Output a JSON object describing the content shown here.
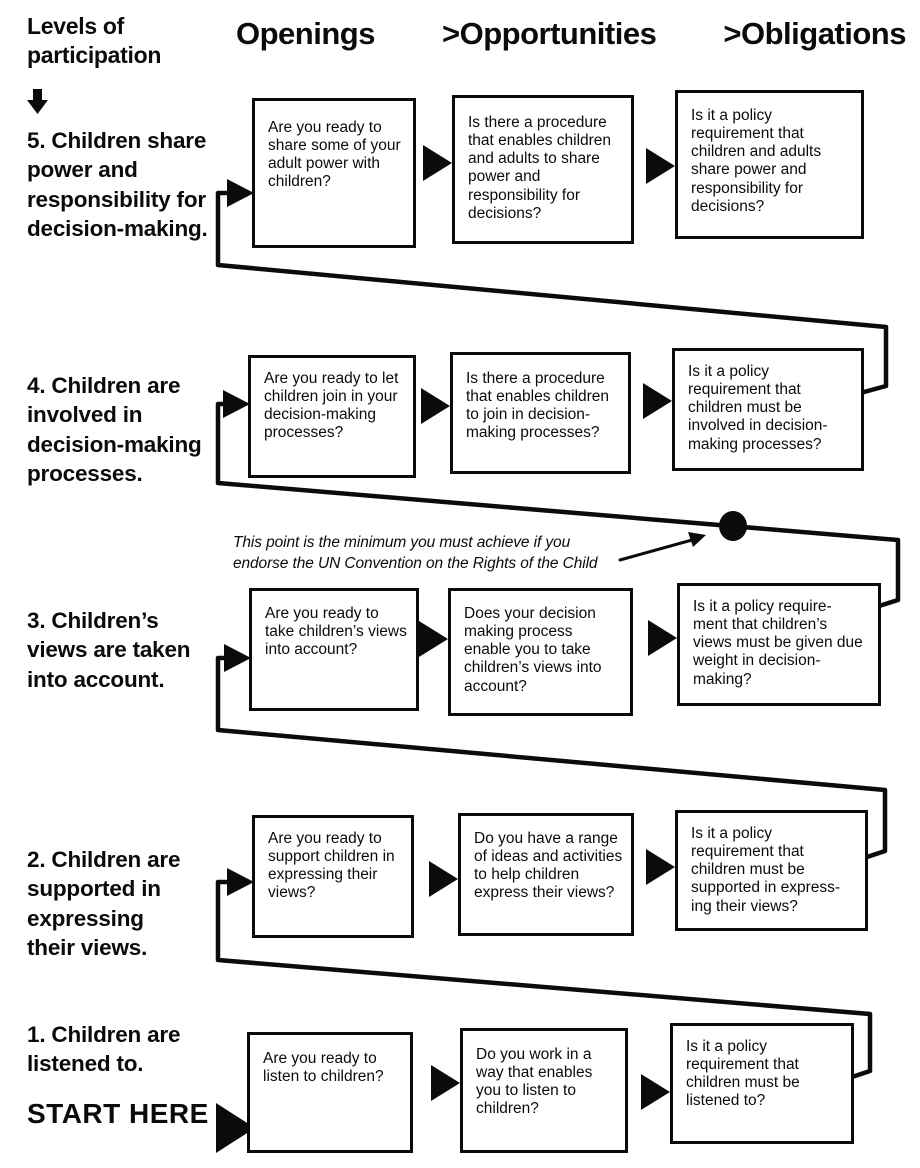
{
  "header": {
    "levels_label": "Levels of participation",
    "title": {
      "openings": "Openings",
      "opportunities": ">Opportunities",
      "obligations": ">Obligations"
    }
  },
  "icons": {
    "down_arrow_icon": "↓",
    "flow_arrow_icon": "▶",
    "minimum_point_dot": "●"
  },
  "annotation": {
    "text": "This point is the minimum you must achieve if you endorse the UN Convention on the Rights of the Child"
  },
  "start_here_label": "START HERE",
  "colors": {
    "ink": "#0b0b0b",
    "background": "#ffffff"
  },
  "levels": [
    {
      "number": 5,
      "label": "5. Children share power and responsibility for decision-making.",
      "openings": "Are you ready to share some of your adult power with children?",
      "opportunities": "Is there a procedure that enables children and adults to share power and responsibility for decisions?",
      "obligations": "Is it a policy requirement that children and adults share power and responsibility for decisions?"
    },
    {
      "number": 4,
      "label": "4. Children are involved in decision-making processes.",
      "openings": "Are you ready to let children join in your decision-making processes?",
      "opportunities": "Is there a procedure that enables children to join in decision-making processes?",
      "obligations": "Is it a policy requirement that children must be involved in decision-making processes?"
    },
    {
      "number": 3,
      "label": "3. Children’s views are taken into account.",
      "openings": "Are you ready to take children’s views into account?",
      "opportunities": "Does your decision making process enable you to take children’s views into account?",
      "obligations": "Is it a policy require- ment that children’s views must be given due weight in decision-making?"
    },
    {
      "number": 2,
      "label": "2. Children are supported in expressing their views.",
      "openings": "Are you ready to support children in expressing their views?",
      "opportunities": "Do you have a range of ideas and activities to help children express their views?",
      "obligations": "Is it a policy requirement that children must be supported in express- ing their views?"
    },
    {
      "number": 1,
      "label": "1. Children are listened to.",
      "openings": "Are you ready to listen to children?",
      "opportunities": "Do you work in a way that enables you to listen to children?",
      "obligations": "Is it a policy requirement that children must be listened to?"
    }
  ]
}
